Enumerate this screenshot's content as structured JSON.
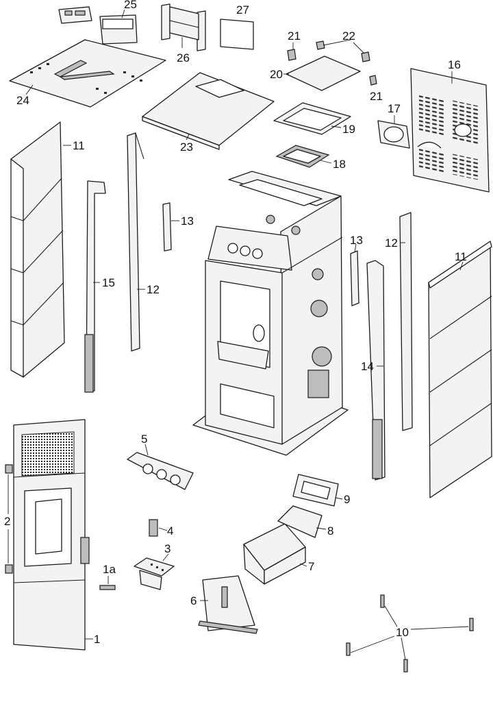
{
  "labels": {
    "p1": "1",
    "p1a": "1a",
    "p2": "2",
    "p3": "3",
    "p4": "4",
    "p5": "5",
    "p6": "6",
    "p7": "7",
    "p8": "8",
    "p9": "9",
    "p10": "10",
    "p11_left": "11",
    "p11_right": "11",
    "p12_left": "12",
    "p12_right": "12",
    "p13_left": "13",
    "p13_right": "13",
    "p14": "14",
    "p15": "15",
    "p16": "16",
    "p17": "17",
    "p18": "18",
    "p19": "19",
    "p20": "20",
    "p21_top": "21",
    "p21_bottom": "21",
    "p22": "22",
    "p23": "23",
    "p24": "24",
    "p25": "25",
    "p26": "26",
    "p27": "27"
  }
}
